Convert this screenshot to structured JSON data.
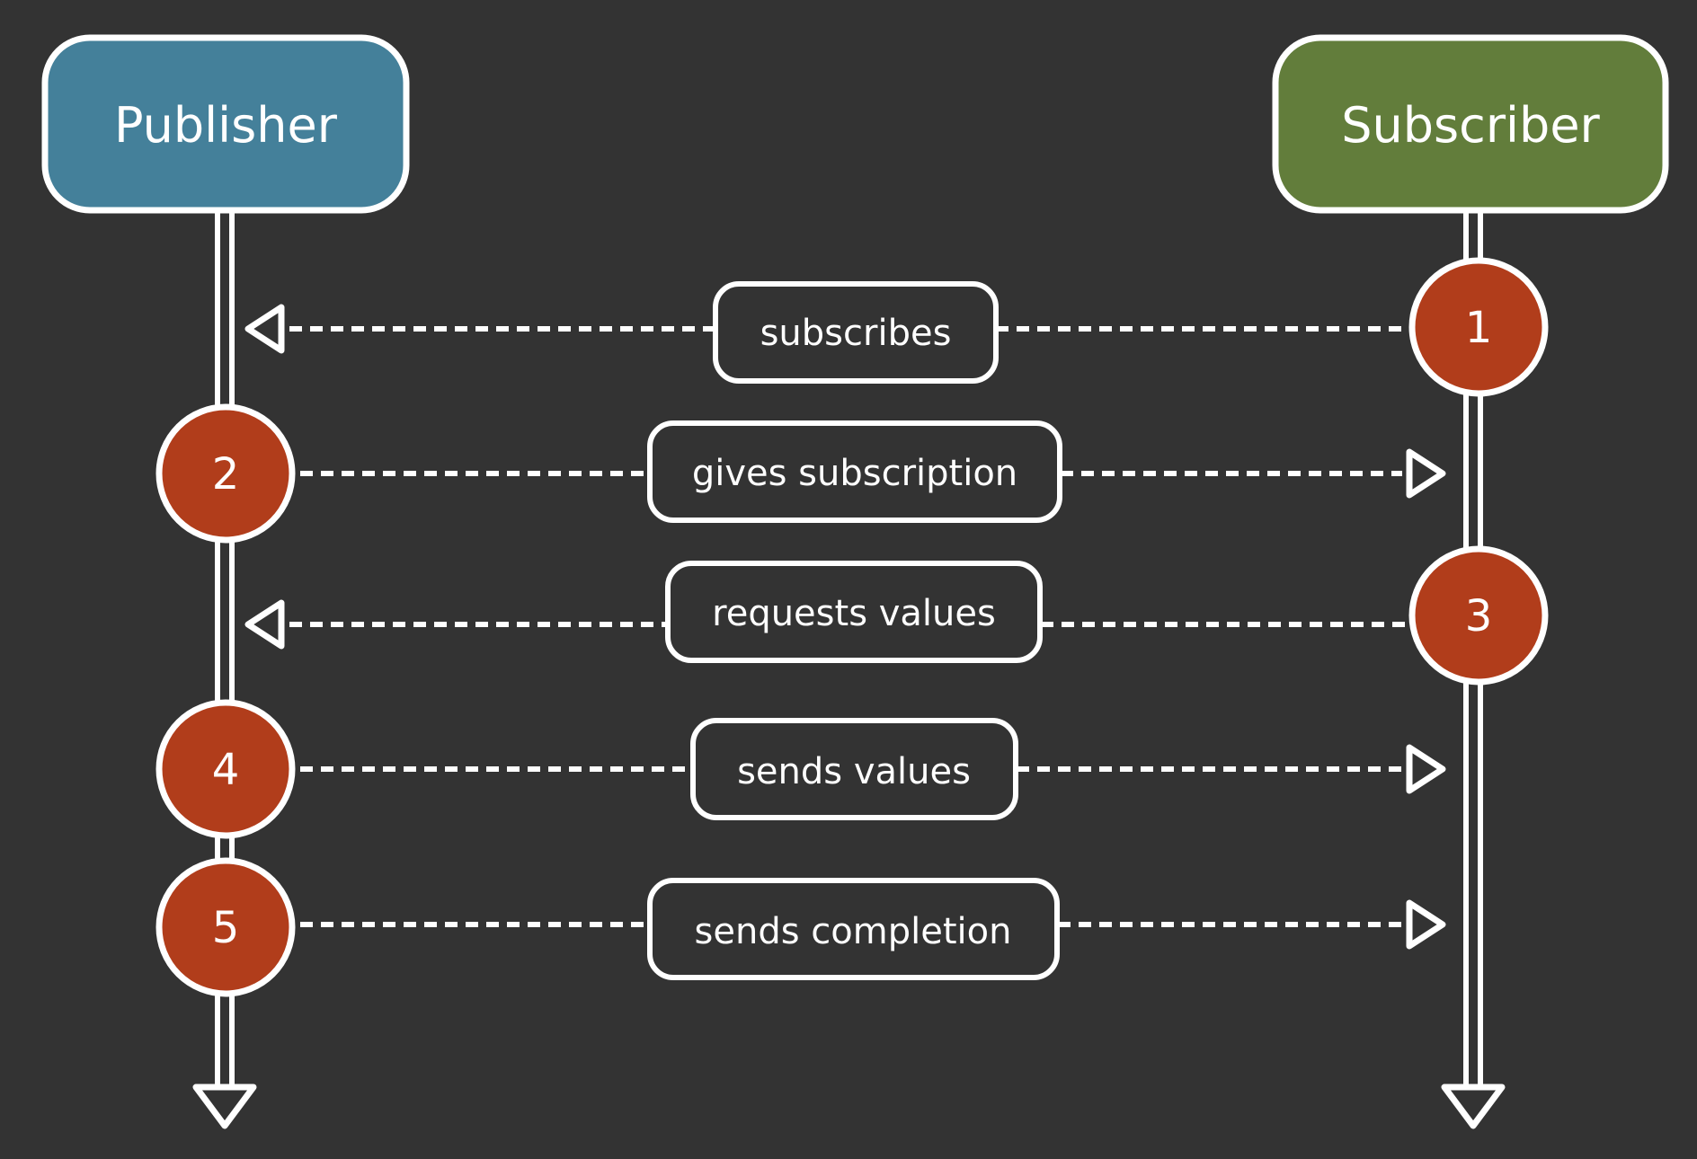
{
  "colors": {
    "background": "#333333",
    "publisher": "#44809a",
    "subscriber": "#627d3b",
    "step": "#b13d1b",
    "line": "#ffffff"
  },
  "actors": {
    "publisher": "Publisher",
    "subscriber": "Subscriber"
  },
  "messages": [
    {
      "step": "1",
      "label": "subscribes",
      "direction": "to-publisher"
    },
    {
      "step": "2",
      "label": "gives subscription",
      "direction": "to-subscriber"
    },
    {
      "step": "3",
      "label": "requests values",
      "direction": "to-publisher"
    },
    {
      "step": "4",
      "label": "sends values",
      "direction": "to-subscriber"
    },
    {
      "step": "5",
      "label": "sends completion",
      "direction": "to-subscriber"
    }
  ]
}
